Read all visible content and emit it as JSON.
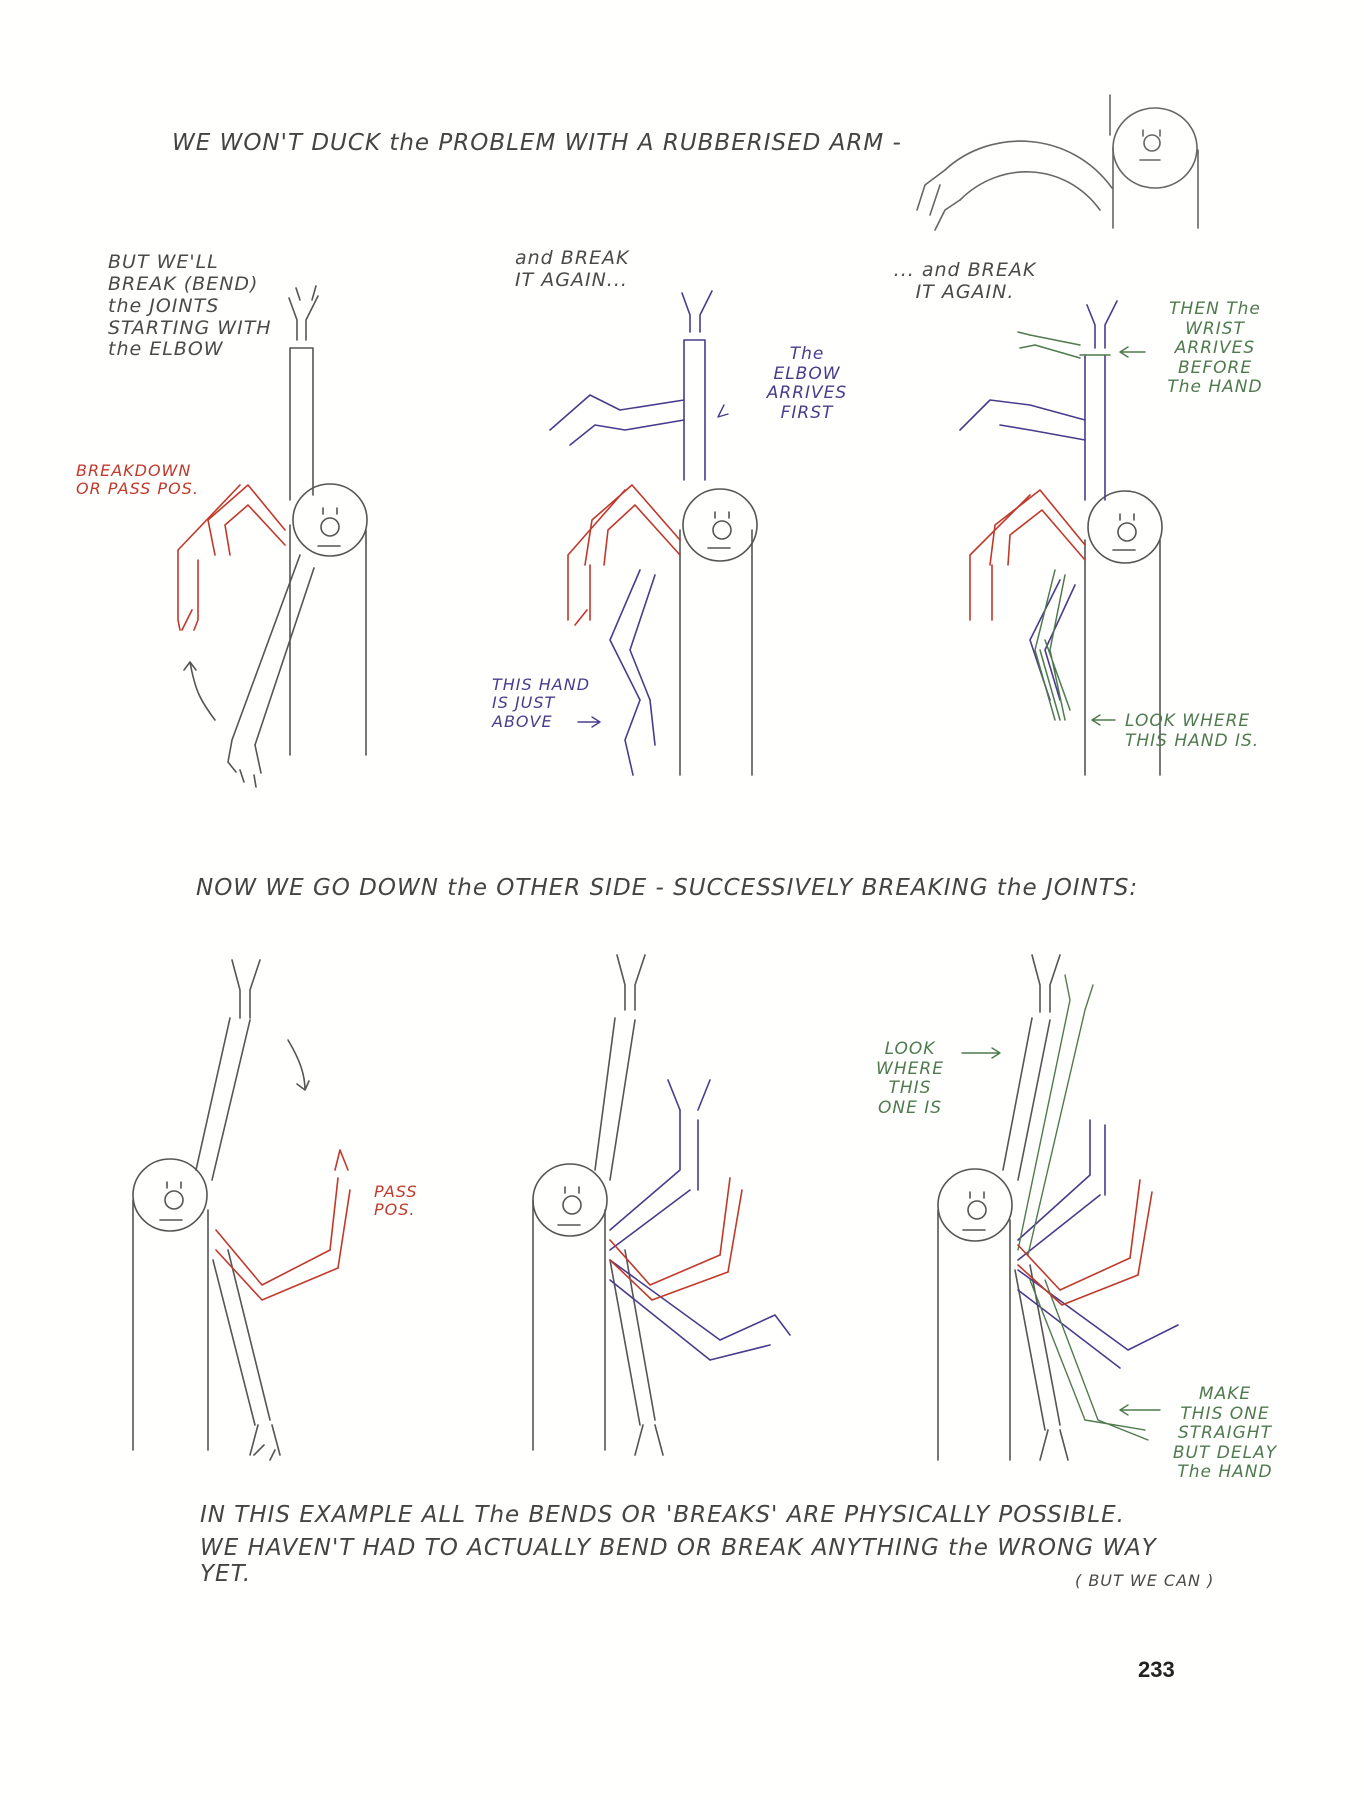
{
  "intro": "WE WON'T DUCK the PROBLEM WITH A RUBBERISED ARM -",
  "panel1": {
    "caption": "BUT WE'LL\nBREAK (BEND)\nthe JOINTS\nSTARTING WITH\nthe ELBOW",
    "red_label": "BREAKDOWN\nOR PASS POS."
  },
  "panel2": {
    "caption": "and BREAK\nIT AGAIN...",
    "elbow_note": "The\nELBOW\nARRIVES\nFIRST",
    "hand_note": "THIS HAND\nIS JUST\nABOVE"
  },
  "panel3": {
    "caption": "... and BREAK\nIT AGAIN.",
    "wrist_note": "THEN The\nWRIST\nARRIVES\nBEFORE\nThe HAND",
    "look_note": "LOOK WHERE\nTHIS HAND IS."
  },
  "middle_heading": "NOW WE GO DOWN the OTHER SIDE - SUCCESSIVELY BREAKING the JOINTS:",
  "panel4": {
    "pass_label": "PASS\nPOS."
  },
  "panel6": {
    "look_note": "LOOK\nWHERE\nTHIS\nONE IS",
    "make_note": "MAKE\nTHIS ONE\nSTRAIGHT\nBUT DELAY\nThe HAND"
  },
  "footer": {
    "line1": "IN THIS EXAMPLE ALL The BENDS OR 'BREAKS' ARE PHYSICALLY POSSIBLE.",
    "line2": "WE HAVEN'T HAD TO ACTUALLY BEND OR BREAK ANYTHING the WRONG WAY YET.",
    "aside": "( BUT WE CAN )"
  },
  "page_number": "233",
  "colors": {
    "pencil": "#555555",
    "red": "#c0392b",
    "purple": "#4a3b8c",
    "green": "#4f7a4f"
  }
}
